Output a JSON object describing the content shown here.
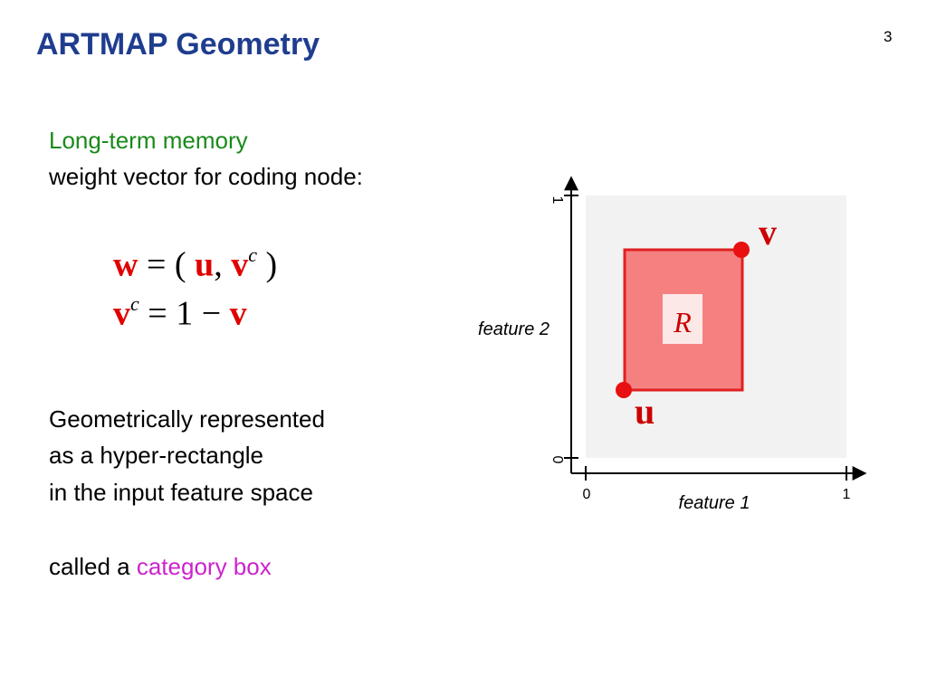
{
  "header": {
    "title": "ARTMAP Geometry",
    "slide_number": "3"
  },
  "memory": {
    "heading": "Long-term memory",
    "subheading": "weight vector for coding node:"
  },
  "equations": {
    "line1": {
      "w": "w",
      "eq": " = ( ",
      "u": "u",
      "comma": ", ",
      "v": "v",
      "c": "c",
      "close": " )"
    },
    "line2": {
      "v": "v",
      "c": "c",
      "rest": " = 1 − ",
      "v2": "v"
    }
  },
  "description": {
    "line1": "Geometrically represented",
    "line2": "as a hyper-rectangle",
    "line3": "in the input feature space",
    "category_prefix": "called a ",
    "category_term": "category box"
  },
  "diagram": {
    "y_axis_label": "feature 2",
    "x_axis_label": "feature 1",
    "x_tick_0": "0",
    "x_tick_1": "1",
    "y_tick_0": "0",
    "y_tick_1": "1",
    "box_label": "R",
    "point_u_label": "u",
    "point_v_label": "v",
    "colors": {
      "box_fill": "#f58080",
      "box_stroke": "#e02020",
      "point": "#e81010",
      "bg": "#f2f2f2"
    }
  }
}
